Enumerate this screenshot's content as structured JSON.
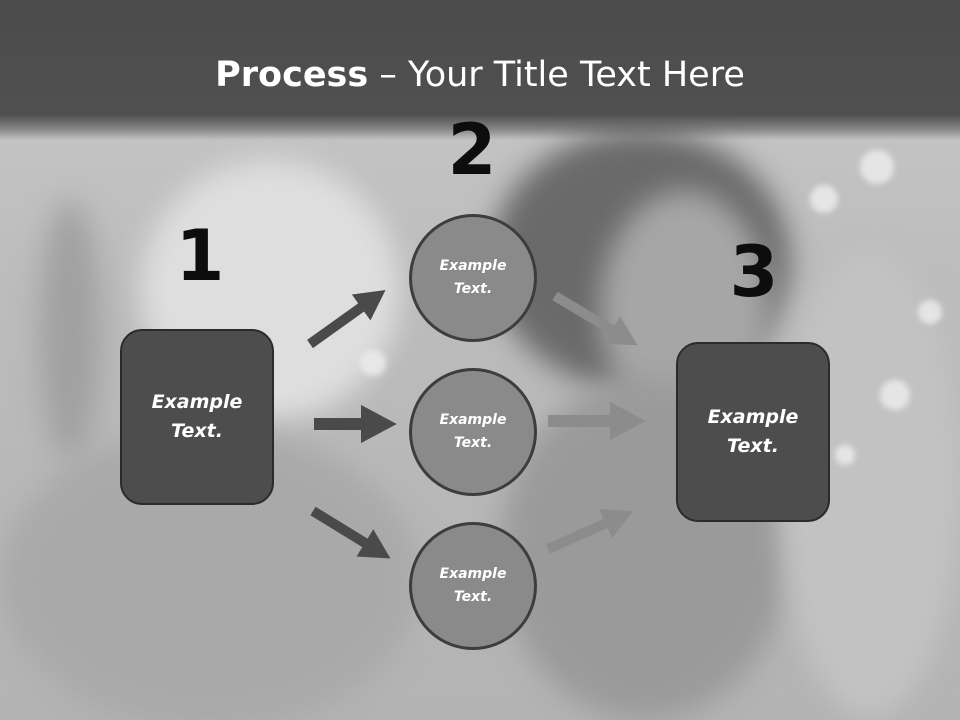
{
  "title": {
    "bold": "Process",
    "rest": " – Your Title Text Here"
  },
  "steps": {
    "one": {
      "number": "1",
      "box_text": "Example Text."
    },
    "two": {
      "number": "2",
      "circles": [
        "Example Text.",
        "Example Text.",
        "Example Text."
      ]
    },
    "three": {
      "number": "3",
      "box_text": "Example Text."
    }
  },
  "colors": {
    "title_band": "#4f4f4f",
    "box_fill": "#4d4d4d",
    "circle_fill": "#8a8a8a",
    "arrow_dark": "#4a4a4a",
    "arrow_light": "#8c8c8c"
  }
}
